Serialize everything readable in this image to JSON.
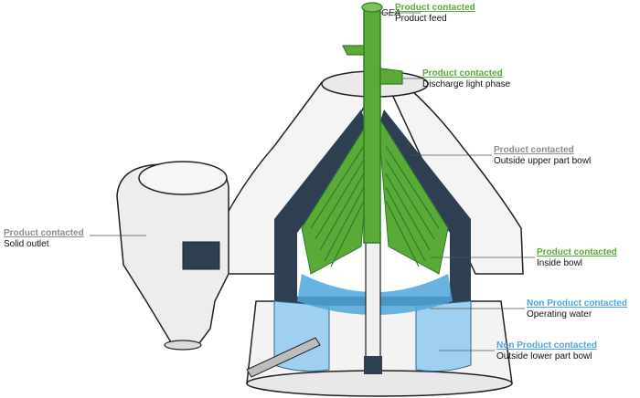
{
  "colors": {
    "product": "#5aaa3a",
    "product_dark": "#2f7d24",
    "grey": "#8c8c8c",
    "water": "#4fa6dc",
    "water_light": "#bfe0f4",
    "steel_dark": "#2e3f52",
    "steel_light": "#eeeeee",
    "outline": "#222222"
  },
  "brand": "GEA",
  "callouts": {
    "feed": {
      "head": "Product contacted",
      "sub": "Product feed",
      "color": "product"
    },
    "light_phase": {
      "head": "Product contacted",
      "sub": "Discharge light phase",
      "color": "product"
    },
    "upper_bowl": {
      "head": "Product contacted",
      "sub": "Outside upper part bowl",
      "color": "grey"
    },
    "solid": {
      "head": "Product contacted",
      "sub": "Solid outlet",
      "color": "grey"
    },
    "inside_bowl": {
      "head": "Product contacted",
      "sub": "Inside bowl",
      "color": "product"
    },
    "operating_water": {
      "head": "Non Product contacted",
      "sub": "Operating water",
      "color": "water"
    },
    "lower_bowl": {
      "head": "Non Product contacted",
      "sub": "Outside lower part bowl",
      "color": "water"
    }
  }
}
